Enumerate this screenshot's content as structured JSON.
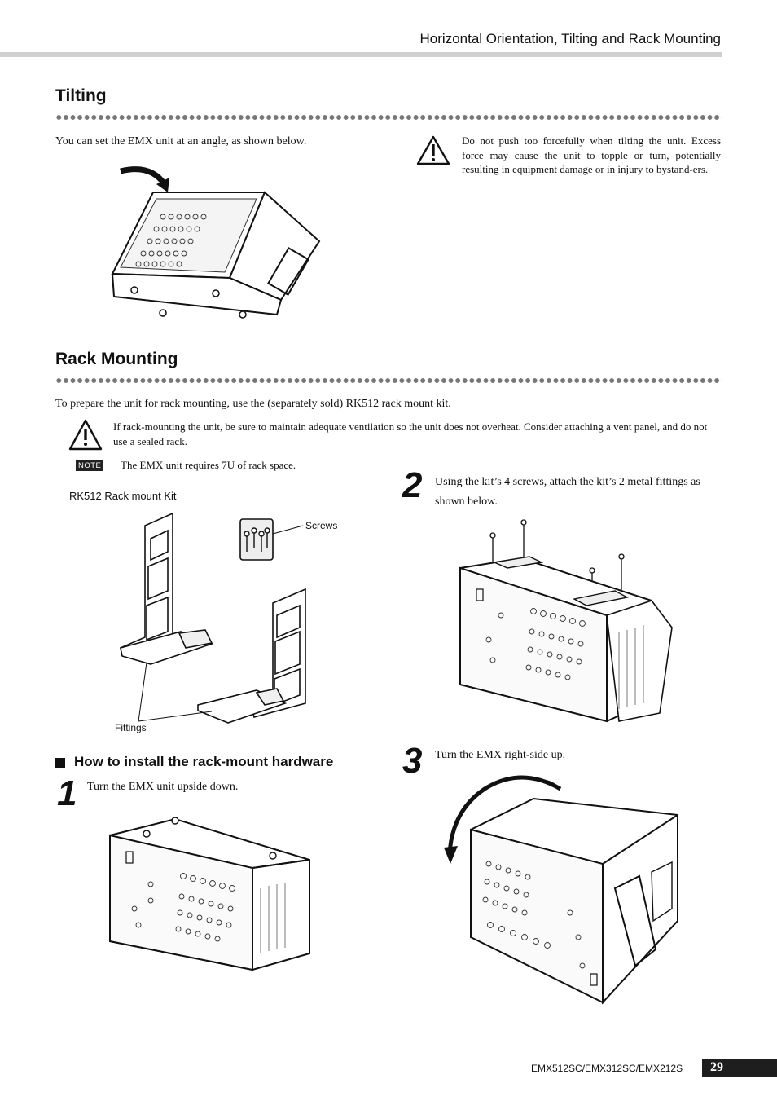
{
  "header": {
    "title": "Horizontal Orientation, Tilting and Rack Mounting"
  },
  "tilting": {
    "heading": "Tilting",
    "intro": "You can set the EMX unit at an angle, as shown below.",
    "warning": "Do not push too forcefully when tilting the unit. Excess force may cause the unit to topple or turn, potentially resulting in equipment damage or in injury to bystand-ers."
  },
  "rack": {
    "heading": "Rack Mounting",
    "intro": "To prepare the unit for rack mounting, use the (separately sold) RK512 rack mount kit.",
    "warning": "If rack-mounting the unit, be sure to maintain adequate ventilation so the unit does not overheat. Consider attaching a vent panel, and do not use a sealed rack.",
    "note_label": "NOTE",
    "note_text": "The EMX unit requires 7U of rack space.",
    "kit_label": "RK512 Rack mount Kit",
    "screws_label": "Screws",
    "fittings_label": "Fittings"
  },
  "install": {
    "heading": "How to install the rack-mount hardware",
    "steps": [
      {
        "num": "1",
        "text": "Turn the EMX unit upside down."
      },
      {
        "num": "2",
        "text": "Using the kit’s 4 screws, attach the kit’s 2 metal fittings as shown below."
      },
      {
        "num": "3",
        "text": "Turn the EMX right-side up."
      }
    ]
  },
  "footer": {
    "models": "EMX512SC/EMX312SC/EMX212S",
    "page": "29"
  },
  "icons": {
    "warning": "warning-triangle-icon",
    "bullet": "square-bullet-icon"
  }
}
